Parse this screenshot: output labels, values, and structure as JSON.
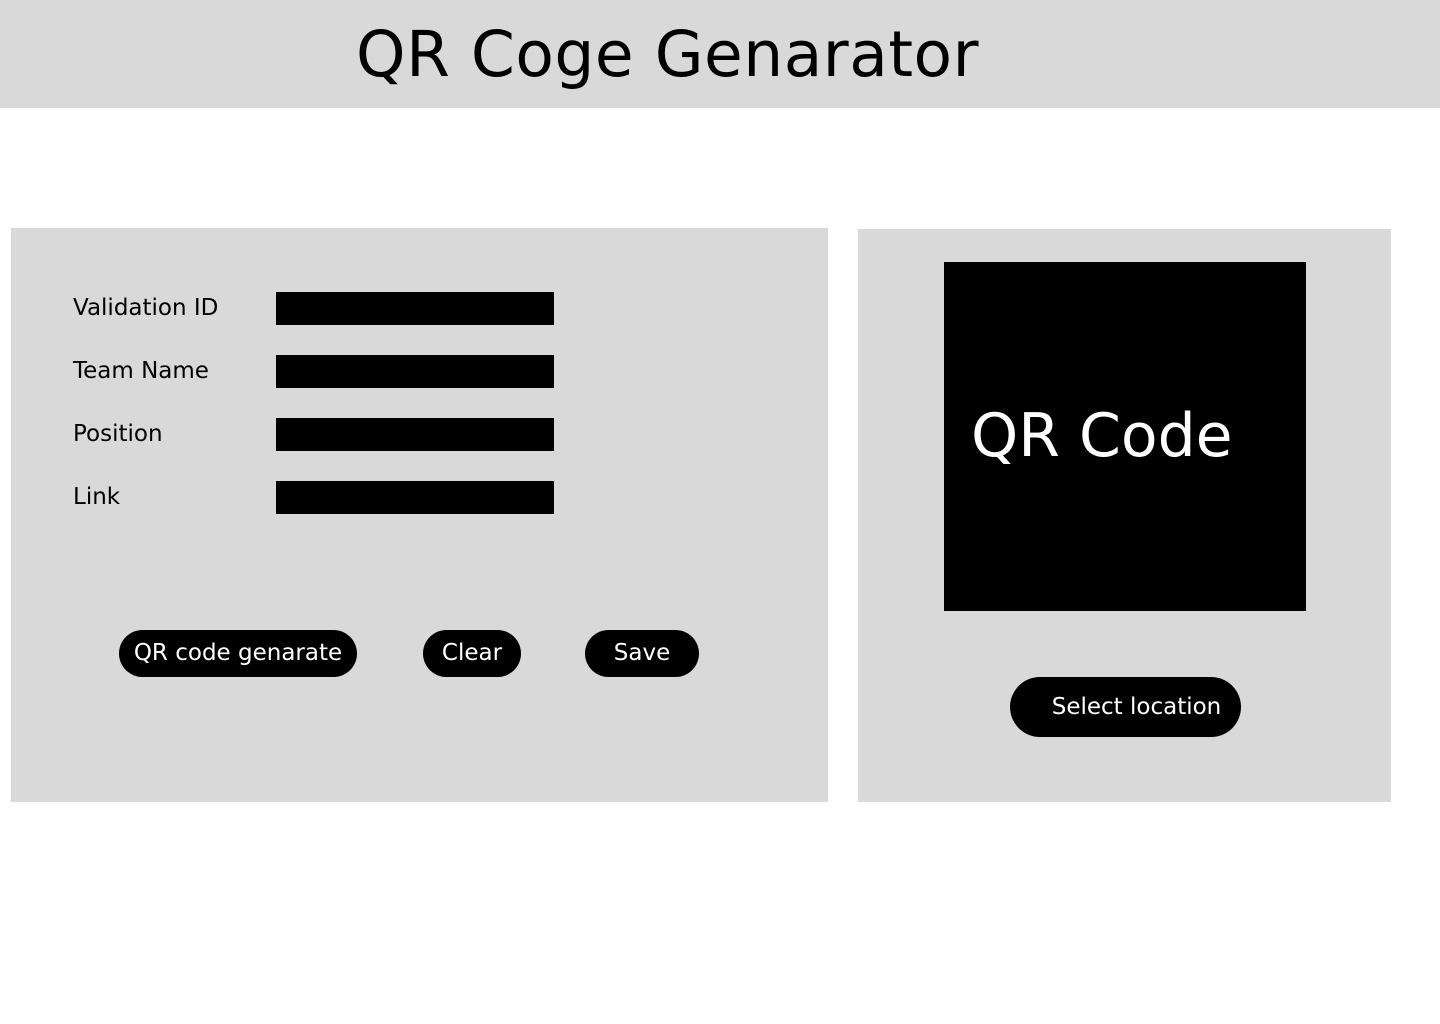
{
  "header": {
    "title": "QR Coge Genarator"
  },
  "form": {
    "fields": [
      {
        "label": "Validation ID",
        "value": ""
      },
      {
        "label": "Team Name",
        "value": ""
      },
      {
        "label": "Position",
        "value": ""
      },
      {
        "label": "Link",
        "value": ""
      }
    ],
    "buttons": {
      "generate_label": "QR code genarate",
      "clear_label": "Clear",
      "save_label": "Save"
    }
  },
  "preview": {
    "qr_label": "QR Code",
    "select_location_label": "Select location"
  },
  "colors": {
    "panel_background": "#d9d9d9",
    "control_fill": "#000000",
    "control_text": "#ffffff"
  }
}
